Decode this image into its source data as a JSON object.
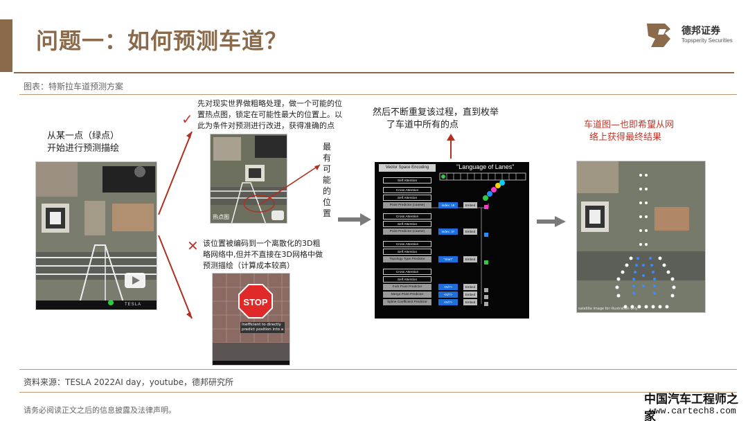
{
  "header": {
    "title": "问题一：如何预测车道？",
    "logo_cn": "德邦证券",
    "logo_en": "Topsperity Securities"
  },
  "chart_label": "图表：特斯拉车道预测方案",
  "step1": {
    "text_line1": "从某一点（绿点）",
    "text_line2": "开始进行预测描绘"
  },
  "step2a": {
    "line1": "先对现实世界做粗略处理，做一个可能的位",
    "line2": "置热点图，锁定在可能性最大的位置上。以",
    "line3": "此为条件对预测进行改进，获得准确的点",
    "side_label": "最有可能的位置",
    "img_caption": "热点图"
  },
  "step2b": {
    "line1": "该位置被编码到一个离散化的3D粗",
    "line2": "略网络中,但并不直接在3D网格中做",
    "line3": "预测描绘（计算成本较高）",
    "stop": "STOP",
    "stop_caption1": "Inefficient to directly",
    "stop_caption2": "predict position into a"
  },
  "step3": {
    "line1": "然后不断重复该过程，直到枚举",
    "line2": "了车道中所有的点"
  },
  "diagram": {
    "header_left": "Vector Space Encoding",
    "header_right": "\"Language of Lanes\"",
    "blocks": [
      "Self Attention",
      "Cross Attention",
      "Self Attention",
      "Point Predictor (coarse)",
      "Cross Attention",
      "Self Attention",
      "Point Predictor (coarse)",
      "Cross Attention",
      "Self Attention",
      "Topology Type Predictor",
      "Cross Attention",
      "Self Attention",
      "Fork Point Predictor",
      "Merge Point Predictor",
      "Spline Coefficient Predictor"
    ],
    "tokens": [
      "index: 18",
      "index: 37",
      "\"Start\"",
      "<N/?>",
      "<N/?>",
      "<N/?>"
    ],
    "embed": "Embed"
  },
  "step4": {
    "line1": "车道图—也即希望从网",
    "line2": "络上获得最终结果",
    "img_caption": "satellite image for illustration only"
  },
  "video_brand": "TESLA",
  "source": "资料来源：TESLA 2022AI day，youtube，德邦研究所",
  "disclaimer": "请务必阅读正文之后的信息披露及法律声明。",
  "watermark": {
    "cn": "中国汽车工程师之家",
    "url": "www.cartech8.com"
  },
  "colors": {
    "brand": "#8a6a4a",
    "accent_red": "#c0392b",
    "green_dot": "#2ecc40"
  }
}
